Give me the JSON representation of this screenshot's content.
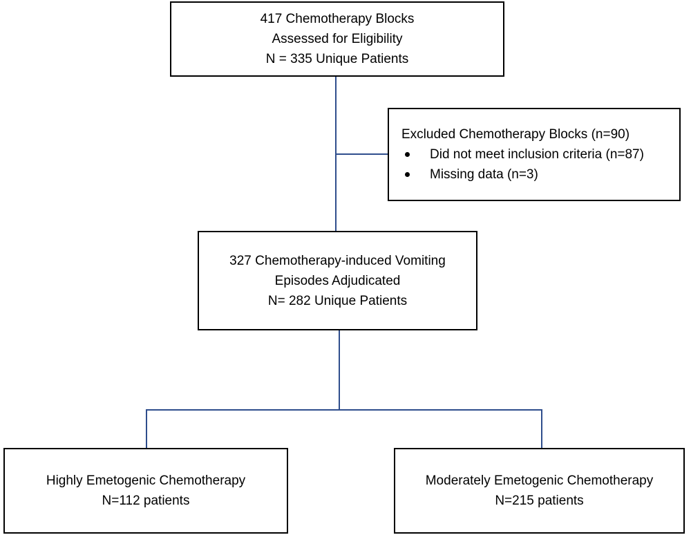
{
  "boxes": {
    "assessed": {
      "line1": "417 Chemotherapy Blocks",
      "line2": "Assessed for Eligibility",
      "line3": "N = 335 Unique Patients"
    },
    "excluded": {
      "title": "Excluded Chemotherapy Blocks (n=90)",
      "bullets": [
        "Did not meet inclusion criteria (n=87)",
        "Missing data (n=3)"
      ]
    },
    "adjudicated": {
      "line1": "327 Chemotherapy-induced Vomiting",
      "line2": "Episodes Adjudicated",
      "line3": "N= 282 Unique Patients"
    },
    "highly": {
      "line1": "Highly Emetogenic Chemotherapy",
      "line2": "N=112 patients"
    },
    "moderately": {
      "line1": "Moderately Emetogenic Chemotherapy",
      "line2": "N=215 patients"
    }
  },
  "colors": {
    "connector": "#2e4d8c",
    "box_border": "#000000"
  }
}
